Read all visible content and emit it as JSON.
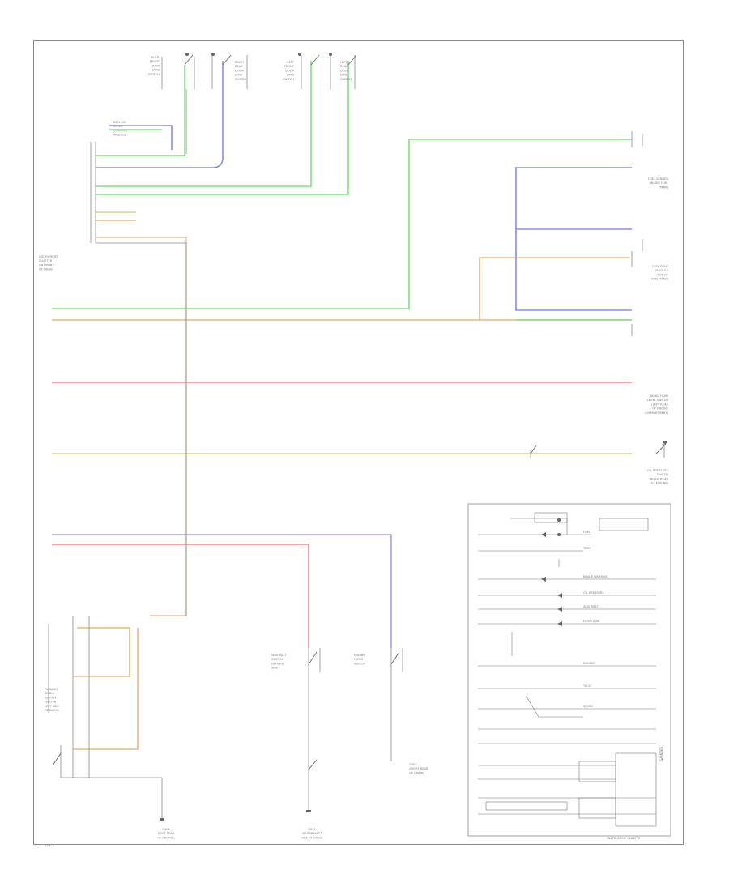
{
  "diagram": {
    "component_labels": {
      "top_switches": [
        [
          "RIGHT",
          "FRONT",
          "DOOR",
          "JAMB",
          "SWITCH"
        ],
        [
          "RIGHT",
          "REAR",
          "DOOR",
          "JAMB",
          "SWITCH"
        ],
        [
          "LEFT",
          "FRONT",
          "DOOR",
          "JAMB",
          "SWITCH"
        ],
        [
          "LEFT",
          "REAR",
          "DOOR",
          "JAMB",
          "SWITCH"
        ]
      ],
      "keyless_module": [
        "KEYLESS",
        "ENTRY",
        "CONTROL",
        "MODULE"
      ],
      "instrument_cluster_left": [
        "INSTRUMENT",
        "CLUSTER",
        "(IN FRONT",
        "OF DASH)"
      ],
      "fuel_sender": [
        "FUEL SENDER",
        "(INSIDE FUEL",
        "TANK)"
      ],
      "fuel_pump": [
        "FUEL PUMP",
        "MODULE",
        "(TOP OF",
        "FUEL TANK)"
      ],
      "brake_switch": [
        "BRAKE FLUID",
        "LEVEL SWITCH",
        "(LEFT REAR",
        "OF ENGINE",
        "COMPARTMENT)"
      ],
      "oil_pressure_switch": [
        "OIL PRESSURE",
        "SWITCH",
        "(RIGHT REAR",
        "OF ENGINE)"
      ],
      "parking_brake_switch": [
        "PARKING",
        "BRAKE",
        "SWITCH",
        "(BELOW",
        "LEFT SIDE",
        "OF DASH)"
      ],
      "seat_belt_switch": [
        "SEAT BELT",
        "SWITCH",
        "(DRIVER",
        "SEAT)"
      ],
      "engine_hood_switch": [
        "ENGINE",
        "HOOD",
        "SWITCH"
      ],
      "g101": [
        "G101",
        "(LEFT REAR",
        "OF ENGINE)"
      ],
      "g201": [
        "G201",
        "(BEHIND LEFT",
        "SIDE OF DASH)"
      ],
      "g301": [
        "G301",
        "(RIGHT REAR",
        "OF CABIN)"
      ],
      "inset_title": [
        "INSTRUMENT CLUSTER"
      ],
      "inset_rows": [
        "FUEL",
        "TEMP",
        "BRAKE WARNING",
        "OIL PRESSURE",
        "SEAT BELT",
        "DOOR AJAR",
        "ENGINE",
        "TACH",
        "SPEED"
      ],
      "inset_side": [
        "GAUGES"
      ],
      "page_number": [
        "2 OF 2"
      ]
    },
    "wire_colors": {
      "green": "#7ee27e",
      "blue": "#8a8af0",
      "red": "#f08a8a",
      "orange": "#e8b880",
      "yellow": "#d8d880",
      "grey": "#9a9a9a",
      "black": "#555555"
    }
  }
}
